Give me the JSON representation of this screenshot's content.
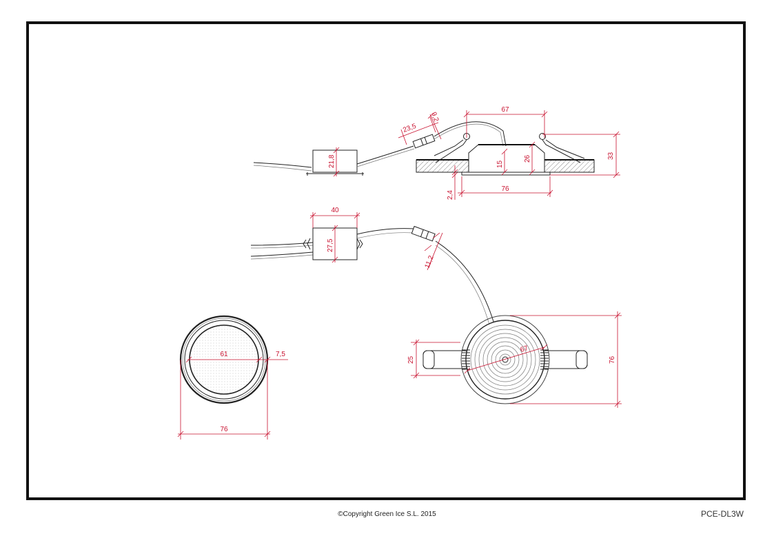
{
  "footer": {
    "copyright": "©Copyright Green Ice S.L. 2015",
    "product_code": "PCE-DL3W"
  },
  "dimensions": {
    "side_width_top": "67",
    "clip_height": "9,2",
    "connector_length": "23,5",
    "driver_height_side": "21,8",
    "inner_height": "15",
    "body_height": "26",
    "total_height": "33",
    "flange_thickness": "2,4",
    "flange_width": "76",
    "driver_length": "40",
    "driver_height_top": "27,5",
    "connector_height": "11,2",
    "front_inner_diameter": "61",
    "front_rim": "7,5",
    "front_outer_diameter": "76",
    "clip_width": "25",
    "back_inner_diameter": "67",
    "back_outer_diameter": "76"
  },
  "colors": {
    "dimension": "#c8102e",
    "line": "#222222",
    "frame": "#111111"
  }
}
